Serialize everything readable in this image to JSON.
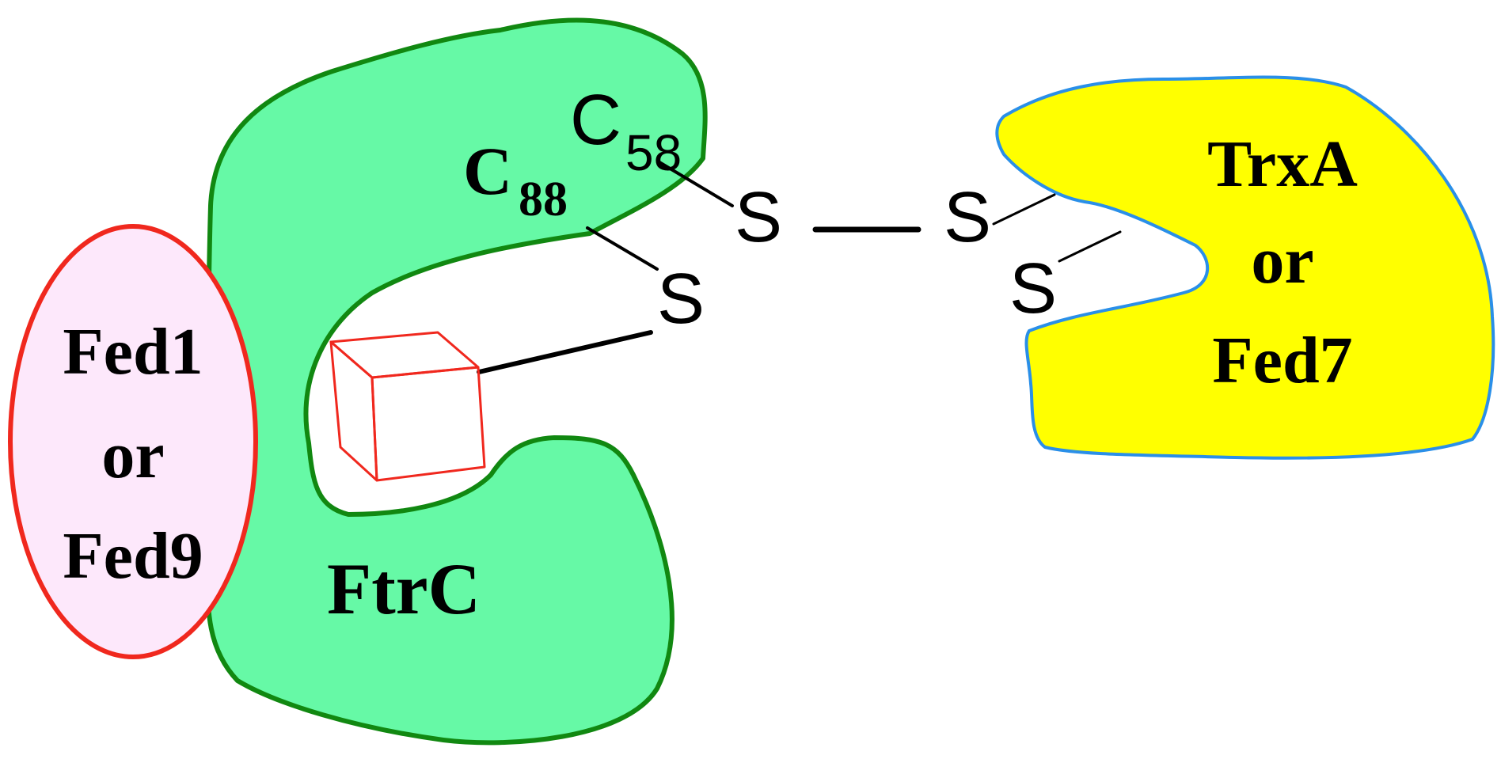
{
  "colors": {
    "ftrc_fill": "#66F9A6",
    "ftrc_stroke": "#118811",
    "fed_fill": "#FDE8FB",
    "fed_stroke": "#F0281E",
    "trx_fill": "#FFFF00",
    "trx_stroke": "#2A8FE8",
    "cluster_stroke": "#F0281E",
    "bond": "#000000"
  },
  "labels": {
    "fed_line1": "Fed1",
    "fed_line2": "or",
    "fed_line3": "Fed9",
    "ftrc": "FtrC",
    "trx_line1": "TrxA",
    "trx_line2": "or",
    "trx_line3": "Fed7",
    "c58_letter": "C",
    "c58_sub": "58",
    "c88_letter": "C",
    "c88_sub": "88",
    "sulfur": "S"
  }
}
